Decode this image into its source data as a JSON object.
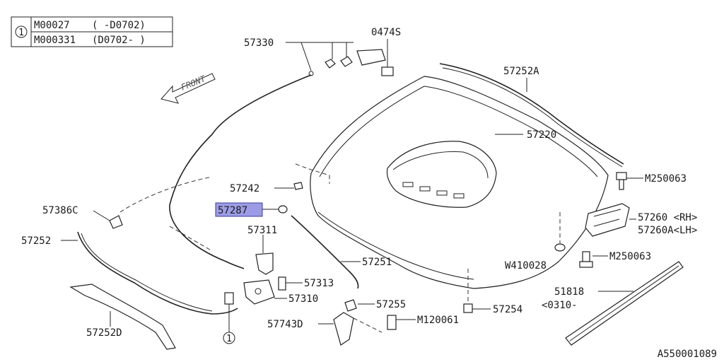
{
  "table": {
    "circle_label": "1",
    "rows": [
      {
        "code": "M00027",
        "range": "(  -D0702)"
      },
      {
        "code": "M000331",
        "range": "(D0702-  )"
      }
    ]
  },
  "front_label": "FRONT",
  "callouts": {
    "p57330": "57330",
    "p0474s": "0474S",
    "p57252a": "57252A",
    "p57220": "57220",
    "p57242": "57242",
    "p57287": "57287",
    "p57386c": "57386C",
    "p57252": "57252",
    "p57311": "57311",
    "p57251": "57251",
    "p57313": "57313",
    "p57310": "57310",
    "p57255": "57255",
    "p57743d": "57743D",
    "pm120061": "M120061",
    "p57254": "57254",
    "p57252d": "57252D",
    "pm250063a": "M250063",
    "p57260": "57260 <RH>",
    "p57260a": "57260A<LH>",
    "pm250063b": "M250063",
    "pw410028": "W410028",
    "p51818": "51818",
    "p51818_range": "<0310-",
    "circle_ref": "1"
  },
  "diagram_id": "A550001089"
}
